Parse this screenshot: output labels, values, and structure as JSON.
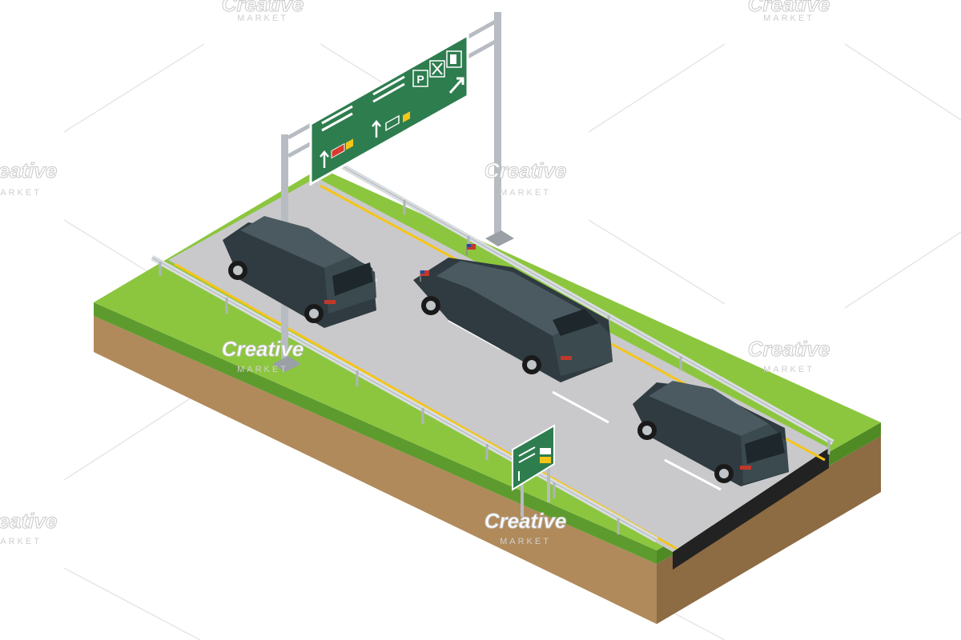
{
  "scene": {
    "subject": "Isometric highway with overhead direction sign and three dark vehicles",
    "colors": {
      "grass": "#8cc63f",
      "grass_side": "#5e9b2e",
      "soil": "#b08a5a",
      "soil_dark": "#8d6b43",
      "asphalt": "#c9c9cb",
      "lane_yellow": "#f5c518",
      "sign_green": "#2e7d4f",
      "vehicle": "#3b4a4f",
      "pole": "#b7bcc2"
    },
    "overhead_sign": {
      "parking_glyph": "P",
      "icons": [
        "parking-icon",
        "restaurant-icon",
        "fuel-icon",
        "exit-arrow-icon"
      ]
    },
    "vehicles": [
      "minivan",
      "limousine",
      "suv"
    ]
  },
  "watermark": {
    "brand": "Creative",
    "sub": "MARKET"
  }
}
